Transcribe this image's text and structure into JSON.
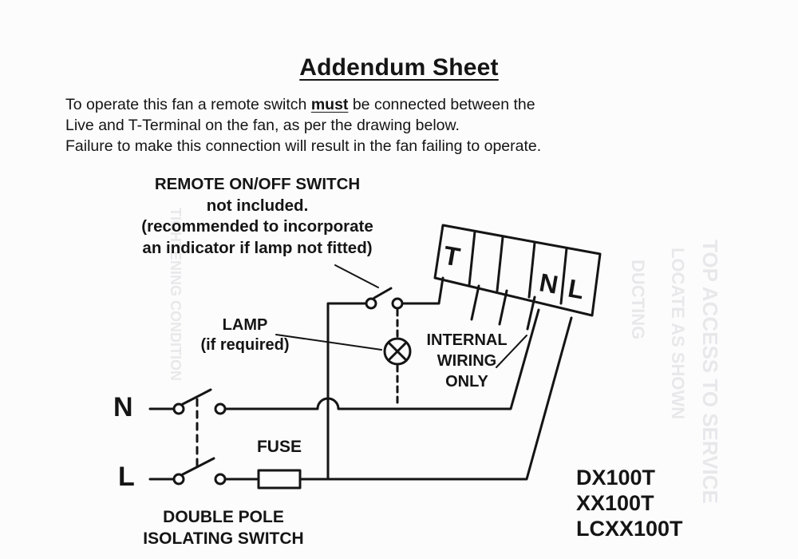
{
  "title": "Addendum Sheet",
  "intro": {
    "line1_before": "To operate this fan a remote switch ",
    "line1_emphasis": "must",
    "line1_after": " be connected between the",
    "line2": "Live and T-Terminal on the fan, as per the drawing below.",
    "line3": "Failure to make this connection will result in the fan failing to operate."
  },
  "diagram": {
    "remote_switch": {
      "line1": "REMOTE ON/OFF SWITCH",
      "line2": "not included.",
      "line3": "(recommended to incorporate",
      "line4": "an indicator if lamp not fitted)"
    },
    "lamp": {
      "line1": "LAMP",
      "line2": "(if required)"
    },
    "internal_wiring": {
      "line1": "INTERNAL",
      "line2": "WIRING",
      "line3": "ONLY"
    },
    "fuse": "FUSE",
    "isolating_switch": {
      "line1": "DOUBLE POLE",
      "line2": "ISOLATING SWITCH"
    },
    "supply_neutral": "N",
    "supply_live": "L",
    "terminal_block": [
      "T",
      "N",
      "L"
    ]
  },
  "models": [
    "DX100T",
    "XX100T",
    "LCXX100T"
  ],
  "colors": {
    "ink": "#151515",
    "paper": "#fcfcfd"
  }
}
